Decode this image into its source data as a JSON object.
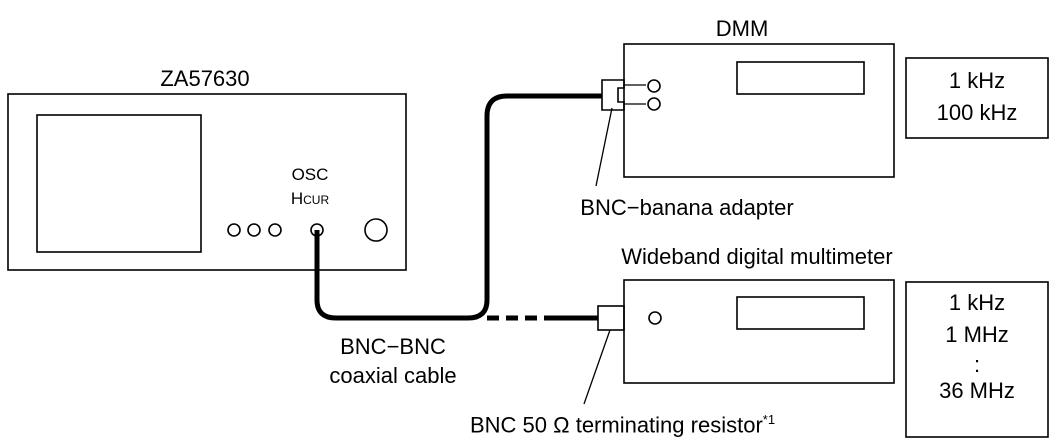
{
  "instrument": {
    "name": "ZA57630",
    "terminal_osc": "OSC",
    "terminal_h": "H",
    "terminal_h_sub": "CUR"
  },
  "dmm": {
    "title": "DMM",
    "freq_lines": [
      "1 kHz",
      "100 kHz"
    ],
    "adapter_label": "BNC−banana adapter"
  },
  "wideband": {
    "title": "Wideband digital multimeter",
    "freq_lines": [
      "1 kHz",
      "1 MHz",
      ":",
      "36 MHz"
    ],
    "resistor_label": "BNC 50 Ω terminating resistor",
    "resistor_note": "*1"
  },
  "cable": {
    "label_line1": "BNC−BNC",
    "label_line2": "coaxial cable"
  }
}
